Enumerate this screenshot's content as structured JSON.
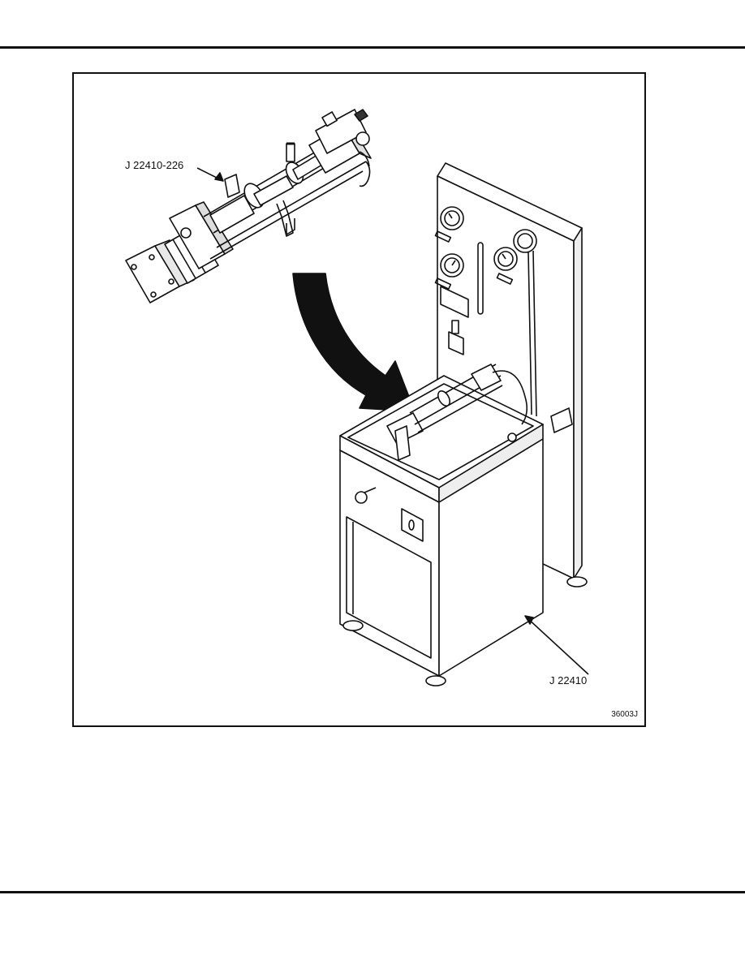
{
  "figure": {
    "callouts": {
      "fixture": "J 22410-226",
      "stand": "J 22410"
    },
    "figure_number": "36003J"
  }
}
